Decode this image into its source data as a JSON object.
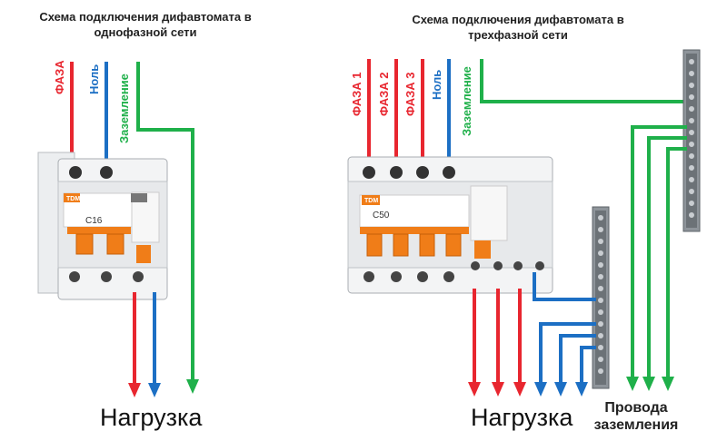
{
  "left_diagram": {
    "title_line1": "Схема подключения дифавтомата в",
    "title_line2": "однофазной сети",
    "labels": {
      "phase": "ФАЗА",
      "neutral": "Ноль",
      "ground": "Заземление"
    },
    "device_brand": "TDM",
    "device_rating": "C16",
    "load_label": "Нагрузка"
  },
  "right_diagram": {
    "title_line1": "Схема подключения дифавтомата в",
    "title_line2": "трехфазной сети",
    "labels": {
      "phase1": "ФАЗА 1",
      "phase2": "ФАЗА 2",
      "phase3": "ФАЗА 3",
      "neutral": "Ноль",
      "ground": "Заземление"
    },
    "device_brand": "TDM",
    "device_rating": "C50",
    "load_label": "Нагрузка",
    "ground_label_line1": "Провода",
    "ground_label_line2": "заземления"
  },
  "colors": {
    "phase": "#e8262f",
    "neutral": "#1c6fc4",
    "ground": "#1fb04a",
    "device_orange": "#f07d18"
  }
}
